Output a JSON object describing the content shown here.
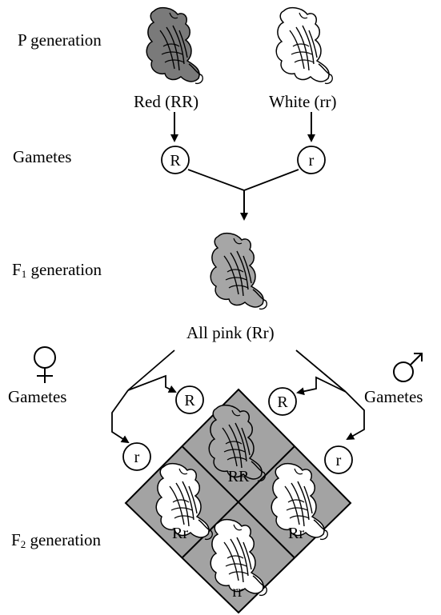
{
  "labels": {
    "p_generation": "P generation",
    "gametes_top": "Gametes",
    "f1_prefix": "F",
    "f1_sub": "1",
    "f1_suffix": " generation",
    "f2_prefix": "F",
    "f2_sub": "2",
    "f2_suffix": " generation",
    "gametes_female": "Gametes",
    "gametes_male": "Gametes"
  },
  "parents": {
    "red": "Red (RR)",
    "white": "White (rr)"
  },
  "gametes": {
    "p_left": "R",
    "p_right": "r",
    "female_top": "R",
    "female_bottom": "r",
    "male_top": "R",
    "male_bottom": "r"
  },
  "f1": {
    "result": "All pink (Rr)"
  },
  "punnett": {
    "top": "RR",
    "left": "Rr",
    "right": "Rr",
    "bottom": "rr"
  },
  "colors": {
    "red_flower": "#7a7a7a",
    "pink_flower": "#a6a6a6",
    "white_flower": "#ffffff",
    "punnett_fill": "#a3a3a3",
    "line": "#000000"
  },
  "icons": {
    "female": "female-symbol-icon",
    "male": "male-symbol-icon",
    "flower": "snapdragon-flower-icon"
  }
}
